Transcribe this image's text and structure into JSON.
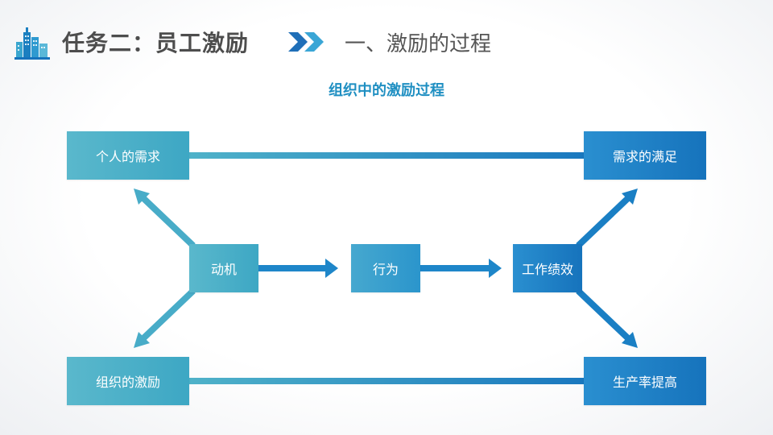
{
  "header": {
    "main_title": "任务二：员工激励",
    "sub_title": "一、激励的过程",
    "logo_icon": "city-buildings-icon",
    "separator_icon": "double-chevron-right-icon"
  },
  "diagram": {
    "title": "组织中的激励过程",
    "nodes": {
      "individual_needs": "个人的需求",
      "org_incentive": "组织的激励",
      "needs_satisfied": "需求的满足",
      "productivity_up": "生产率提高",
      "motivation": "动机",
      "behavior": "行为",
      "work_performance": "工作绩效"
    }
  },
  "colors": {
    "teal": "#3da7c4",
    "blue": "#1673bc",
    "title_blue": "#1f8fc2",
    "text_gray": "#4d4d4d"
  }
}
